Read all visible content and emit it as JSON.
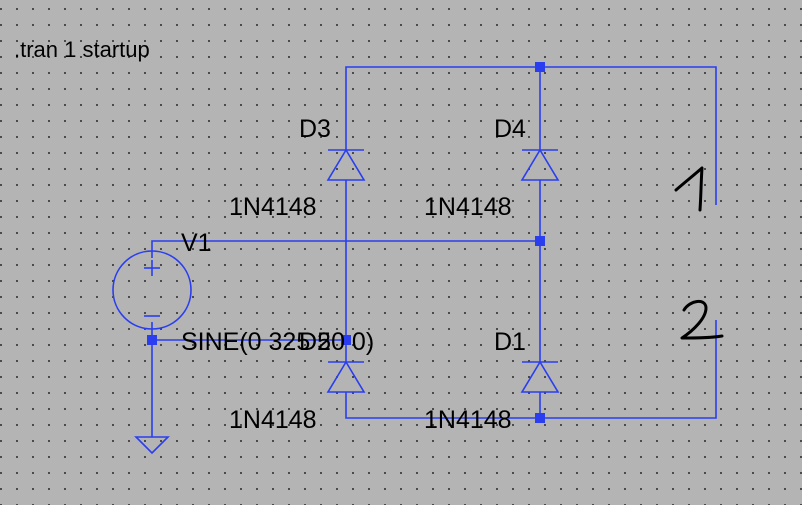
{
  "directive": ".tran 1 startup",
  "source": {
    "name": "V1",
    "value": "SINE(0 325 50 0)"
  },
  "diodes": [
    {
      "ref": "D3",
      "model": "1N4148"
    },
    {
      "ref": "D4",
      "model": "1N4148"
    },
    {
      "ref": "D2",
      "model": "1N4148"
    },
    {
      "ref": "D1",
      "model": "1N4148"
    }
  ],
  "annotations": {
    "terminal_1": "1",
    "terminal_2": "2"
  },
  "colors": {
    "background": "#b4b4b4",
    "wire": "#2a3ef0",
    "text": "#000000"
  }
}
